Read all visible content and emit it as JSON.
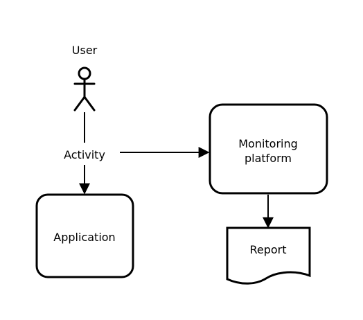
{
  "diagram": {
    "actor": {
      "label": "User"
    },
    "nodes": {
      "activity": {
        "label": "Activity"
      },
      "monitoring": {
        "label_lines": [
          "Monitoring",
          "platform"
        ]
      },
      "application": {
        "label": "Application"
      },
      "report": {
        "label": "Report"
      }
    },
    "colors": {
      "stroke": "#000000",
      "fill": "#ffffff",
      "background": "#ffffff"
    }
  }
}
